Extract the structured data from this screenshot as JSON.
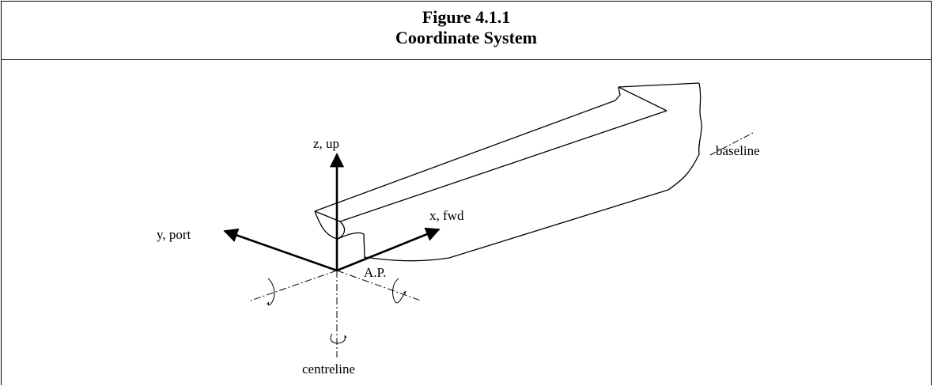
{
  "figure": {
    "number": "Figure 4.1.1",
    "title": "Coordinate System"
  },
  "labels": {
    "z_axis": "z, up",
    "y_axis": "y, port",
    "x_axis": "x, fwd",
    "baseline": "baseline",
    "aft_perpendicular": "A.P.",
    "centreline": "centreline"
  }
}
